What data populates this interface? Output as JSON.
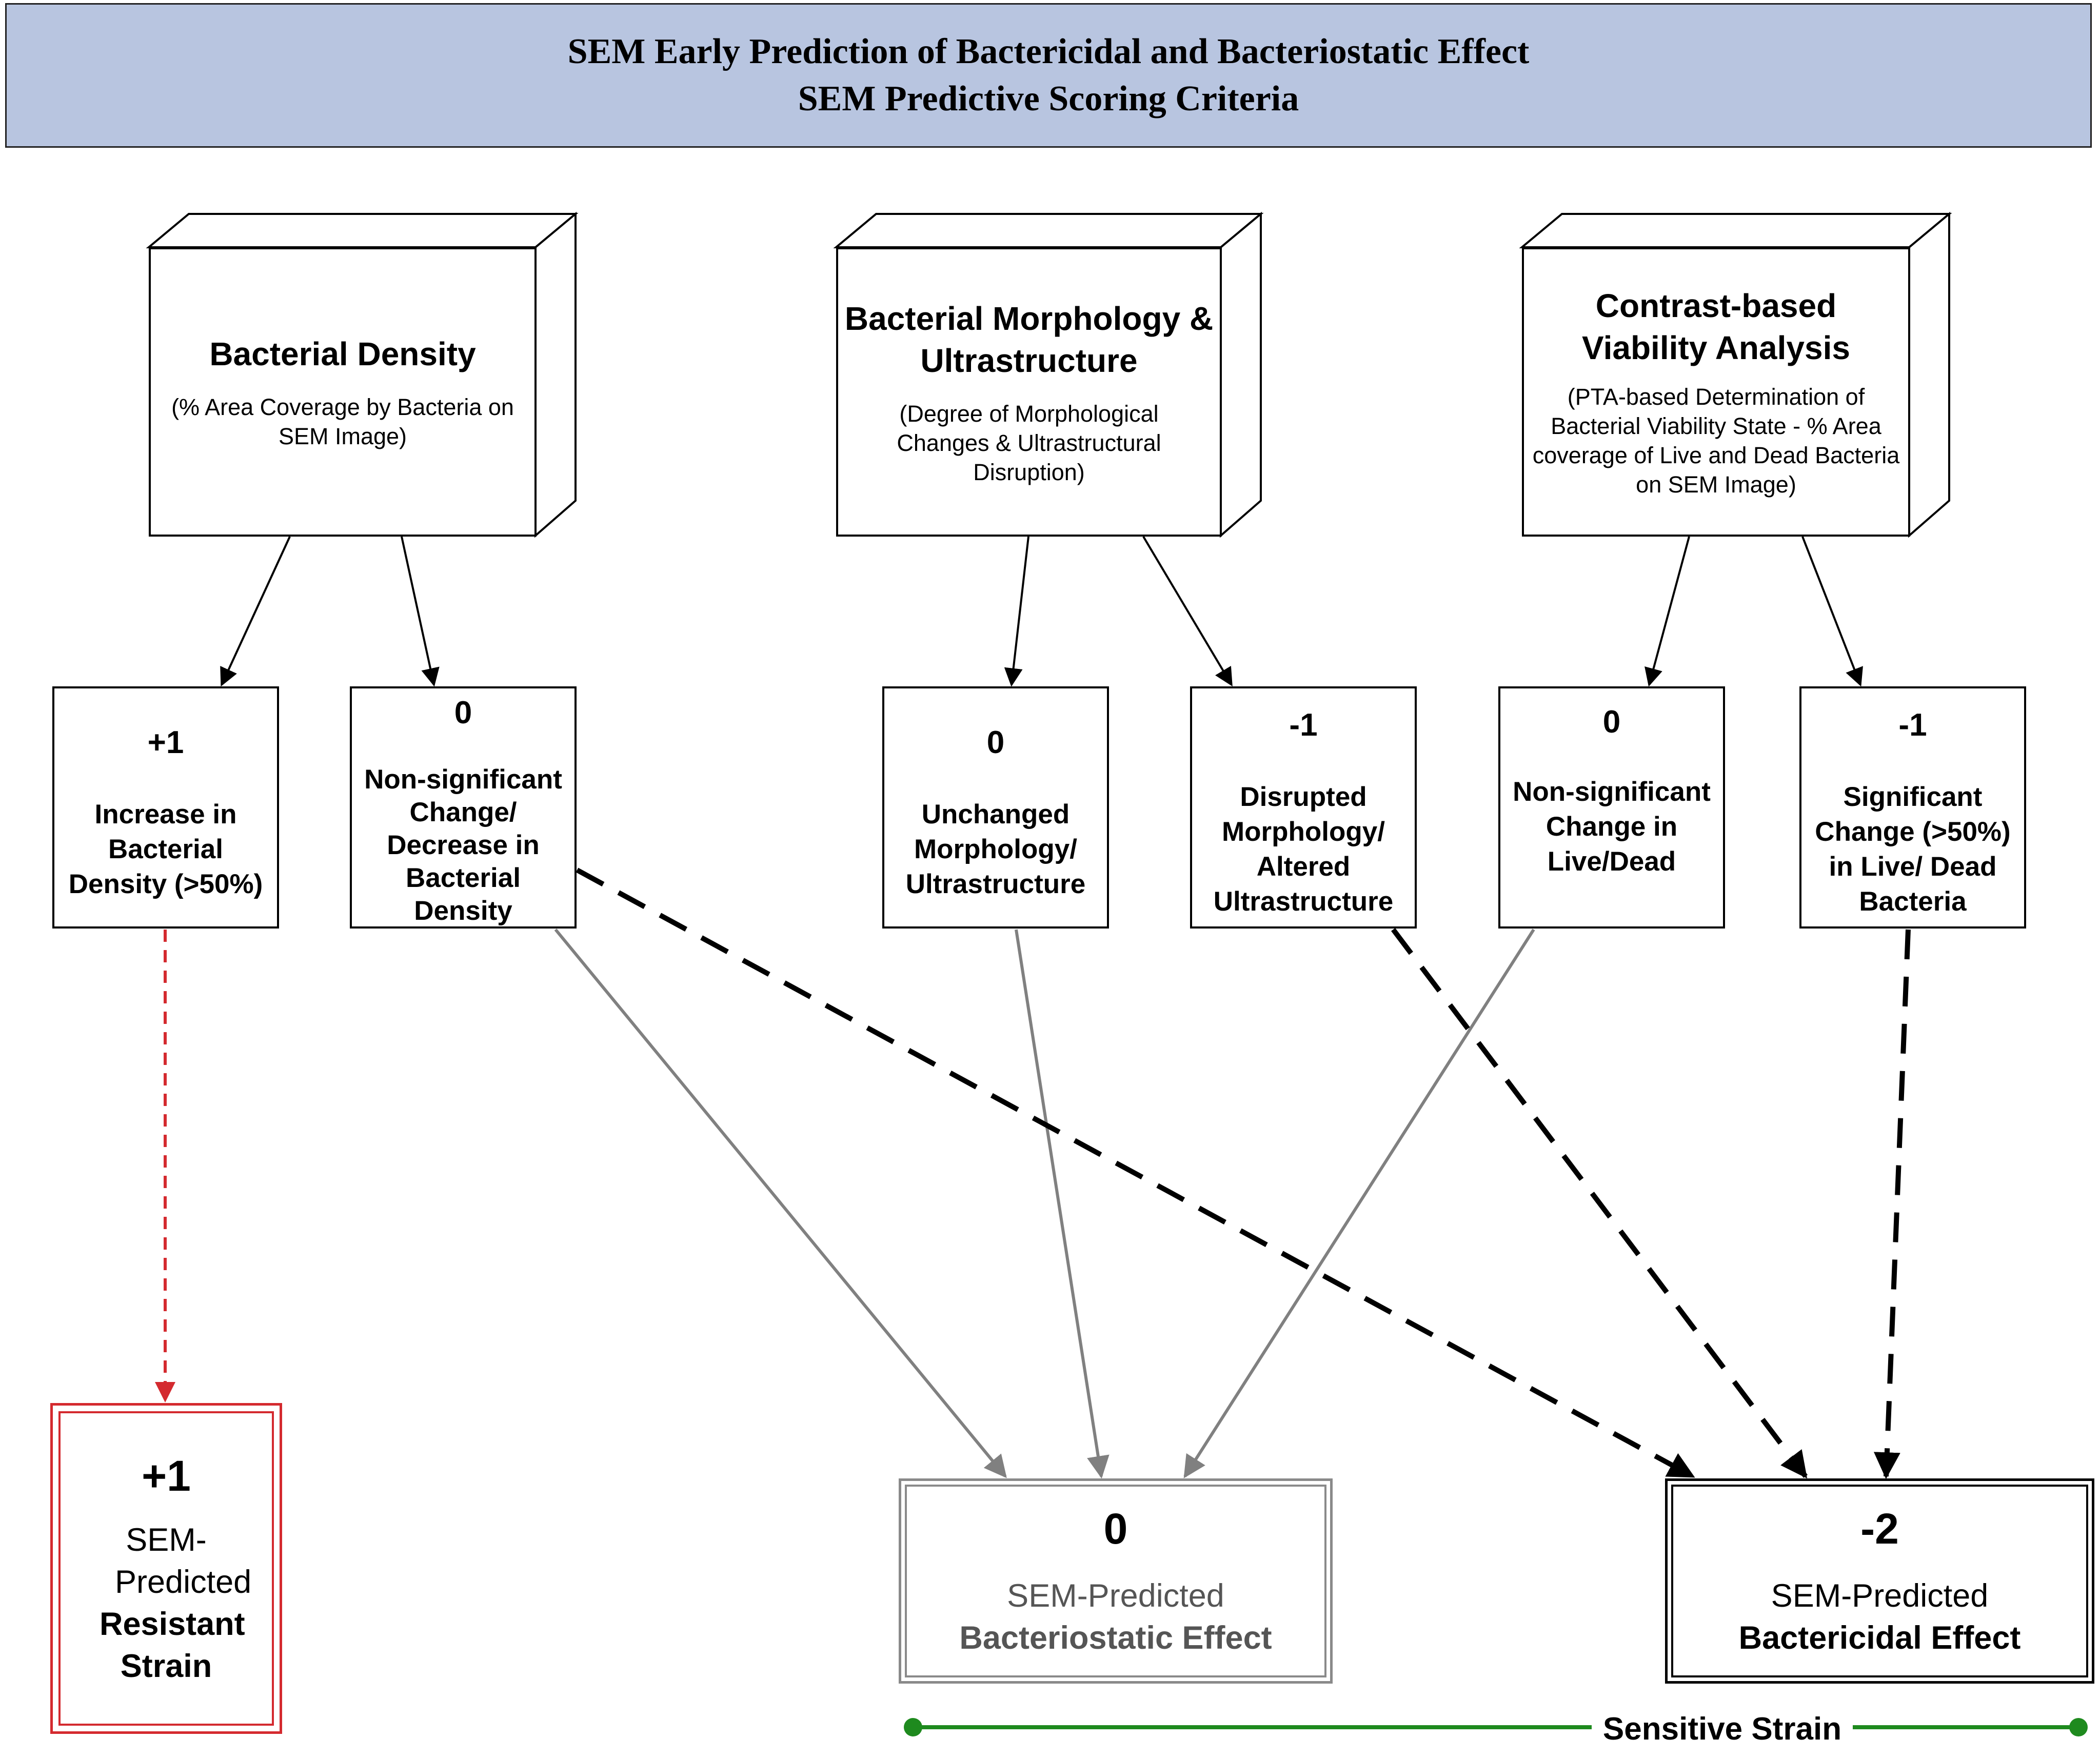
{
  "header": {
    "title_line1": "SEM Early Prediction of Bactericidal and Bacteriostatic Effect",
    "title_line2": "SEM Predictive Scoring Criteria",
    "background_color": "#b8c5e0"
  },
  "categories": [
    {
      "title": "Bacterial Density",
      "subtitle": "(% Area Coverage by Bacteria on SEM Image)"
    },
    {
      "title": "Bacterial Morphology & Ultrastructure",
      "subtitle": "(Degree of Morphological Changes & Ultrastructural Disruption)"
    },
    {
      "title": "Contrast-based Viability Analysis",
      "subtitle": "(PTA-based Determination of Bacterial Viability State - % Area coverage of Live and Dead Bacteria on SEM Image)"
    }
  ],
  "scores": [
    {
      "score": "+1",
      "description": "Increase in Bacterial Density (>50%)"
    },
    {
      "score": "0",
      "description": "Non-significant Change/ Decrease in Bacterial Density"
    },
    {
      "score": "0",
      "description": "Unchanged Morphology/ Ultrastructure"
    },
    {
      "score": "-1",
      "description": "Disrupted Morphology/ Altered Ultrastructure"
    },
    {
      "score": "0",
      "description": "Non-significant Change in Live/Dead"
    },
    {
      "score": "-1",
      "description": "Significant Change (>50%) in Live/ Dead Bacteria"
    }
  ],
  "outcomes": {
    "resistant": {
      "score": "+1",
      "line1": "SEM-Predicted",
      "line2": "Resistant Strain",
      "color": "#d42a2f"
    },
    "bacteriostatic": {
      "score": "0",
      "line1": "SEM-Predicted",
      "line2": "Bacteriostatic Effect",
      "color": "#8a8a8a"
    },
    "bactericidal": {
      "score": "-2",
      "line1": "SEM-Predicted",
      "line2": "Bactericidal Effect",
      "color": "#000000"
    }
  },
  "sensitive_strain": {
    "label": "Sensitive Strain",
    "color": "#1e8a1e"
  }
}
